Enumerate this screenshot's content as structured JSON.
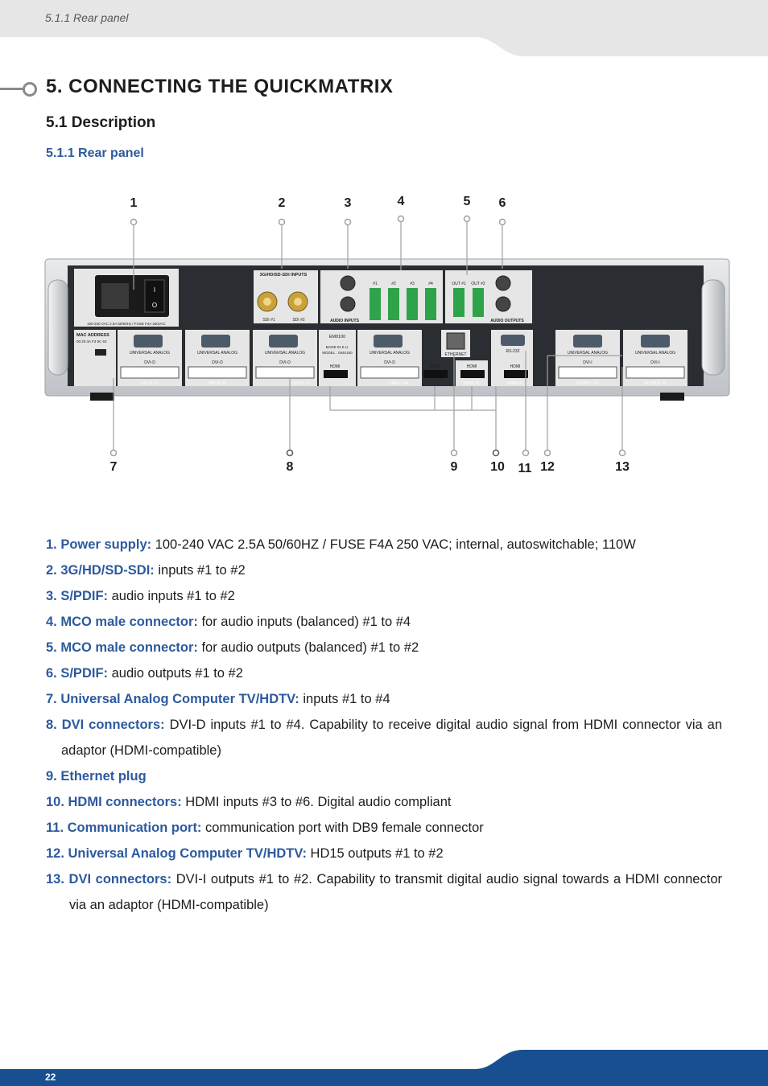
{
  "header": {
    "running_head": "5.1.1 Rear panel"
  },
  "chapter": {
    "title": "5. CONNECTING THE QUICKMATRIX"
  },
  "section": {
    "title": "5.1 Description"
  },
  "subsection": {
    "title": "5.1.1 Rear panel"
  },
  "figure": {
    "callouts_top": [
      "1",
      "2",
      "3",
      "4",
      "5",
      "6"
    ],
    "callouts_bottom": [
      "7",
      "8",
      "9",
      "10",
      "11",
      "12",
      "13"
    ],
    "panel_labels": {
      "sdi_group": "3G/HD/SD-SDI INPUTS",
      "sdi1": "SDI #1",
      "sdi2": "SDI #2",
      "audio_inputs": "AUDIO INPUTS",
      "audio_outputs": "AUDIO OUTPUTS",
      "out1": "OUT #1",
      "out2": "OUT #2",
      "ch1": "#1",
      "ch2": "#2",
      "ch3": "#3",
      "ch4": "#4",
      "mac": "MAC ADDRESS",
      "mac_value": "00:20:4A F3 9C 63",
      "power_rating": "100-240 VAC 2.5A 50/60Hz / FUSE F4A 250VAC",
      "ua": "UNIVERSAL ANALOG",
      "dvid": "DVI-D",
      "dvii": "DVI-I",
      "hdmi": "HDMI",
      "ethernet": "ETHERNET",
      "rs232": "RS-232",
      "em": "EM0100",
      "made": "MADE IN E.U.",
      "model": "MODEL : GMX150",
      "input1": "INPUT #1",
      "input2": "INPUT #2",
      "input3": "INPUT #3",
      "input4": "INPUT #4",
      "hdmi1": "HDMI #1",
      "hdmi2": "HDMI #2",
      "output1": "OUTPUT #1",
      "output2": "OUTPUT #2"
    }
  },
  "items": [
    {
      "label": "1. Power supply:",
      "text": " 100-240 VAC 2.5A 50/60HZ / FUSE F4A 250 VAC; internal, autoswitchable; 110W"
    },
    {
      "label": "2. 3G/HD/SD-SDI:",
      "text": " inputs #1 to #2"
    },
    {
      "label": "3. S/PDIF:",
      "text": " audio inputs #1 to #2"
    },
    {
      "label": "4. MCO male connector:",
      "text": " for audio inputs (balanced) #1 to #4"
    },
    {
      "label": "5. MCO male connector:",
      "text": " for audio outputs (balanced) #1 to #2"
    },
    {
      "label": "6. S/PDIF:",
      "text": " audio outputs #1 to #2"
    },
    {
      "label": "7. Universal Analog Computer TV/HDTV:",
      "text": " inputs #1 to #4"
    },
    {
      "label": "8. DVI connectors:",
      "text": " DVI-D inputs #1 to #4. Capability to receive digital audio signal from HDMI connector via an adaptor (HDMI-compatible)"
    },
    {
      "label": "9. Ethernet plug",
      "text": ""
    },
    {
      "label": "10. HDMI connectors:",
      "text": " HDMI inputs #3 to #6. Digital audio compliant"
    },
    {
      "label": "11. Communication port:",
      "text": " communication port with DB9 female connector"
    },
    {
      "label": "12. Universal Analog Computer TV/HDTV:",
      "text": " HD15 outputs #1 to #2"
    },
    {
      "label": "13. DVI connectors:",
      "text": " DVI-I outputs #1 to #2. Capability to transmit digital audio signal towards a HDMI connector via an adaptor (HDMI-compatible)"
    }
  ],
  "footer": {
    "page_number": "22"
  },
  "colors": {
    "accent": "#2d5a9e",
    "footer_band": "#184f91",
    "header_band": "#e6e6e6"
  }
}
